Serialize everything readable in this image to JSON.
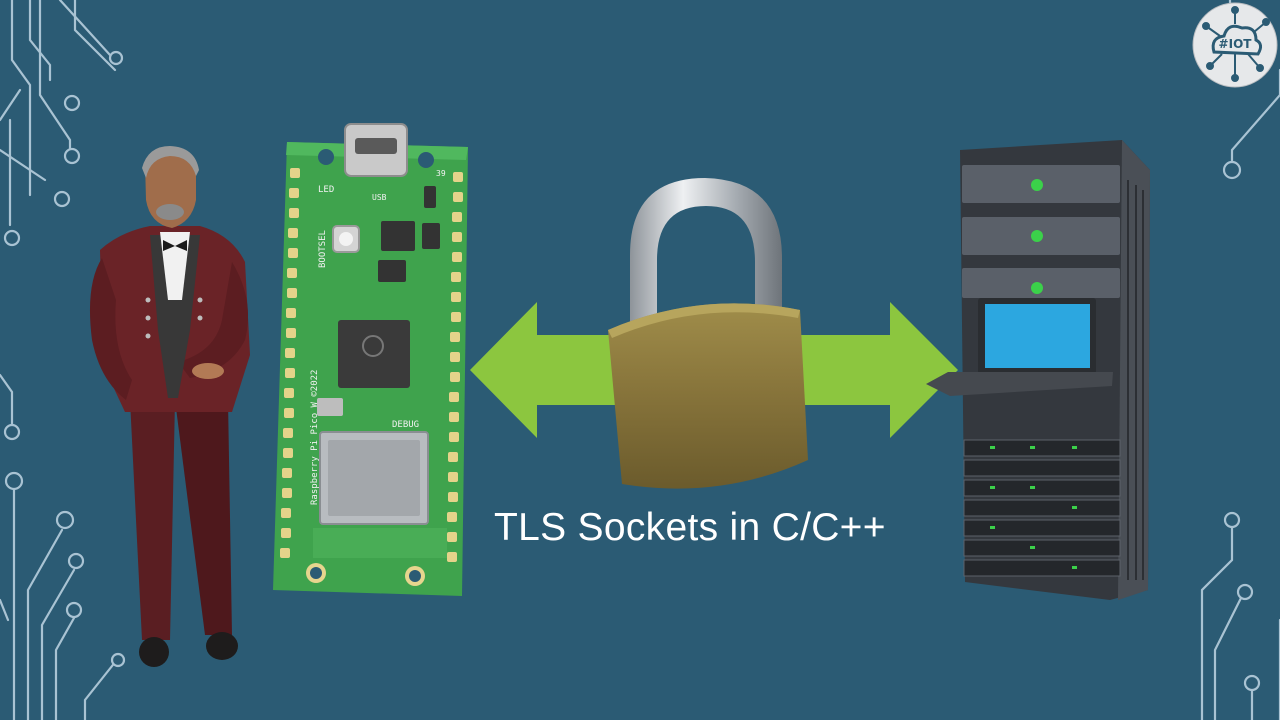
{
  "caption": "TLS Sockets in C/C++",
  "badge_text": "#IOT",
  "board_labels": {
    "led": "LED",
    "usb": "USB",
    "pin39": "39",
    "bootsel": "BOOTSEL",
    "debug": "DEBUG",
    "model": "Raspberry Pi Pico W ©2022"
  },
  "icons": [
    "presenter-figure",
    "pico-w-board",
    "padlock-icon",
    "bidirectional-arrow",
    "server-rack",
    "circuit-traces",
    "iot-cloud-badge"
  ],
  "colors": {
    "background": "#2b5b74",
    "arrow": "#8cc63f",
    "board": "#3fa34d",
    "lock_body": "#8a7635",
    "server": "#3a3e44",
    "trace": "#a9c3d3"
  }
}
